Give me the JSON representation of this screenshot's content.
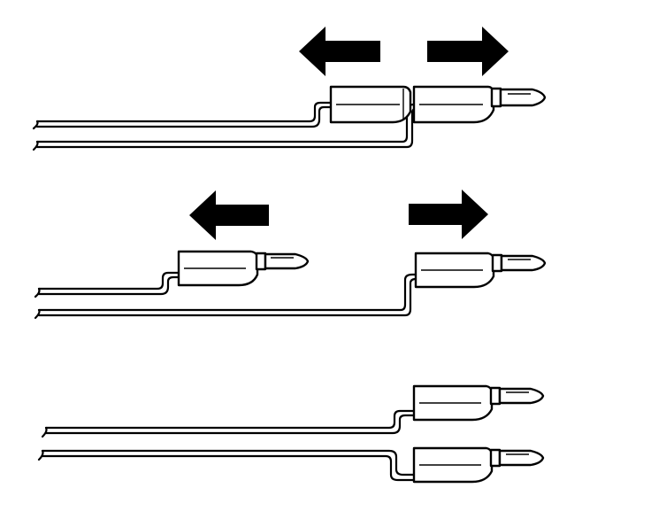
{
  "figure": {
    "description_text": "",
    "colors": {
      "ink": "#000000",
      "background": "#ffffff"
    },
    "panels": [
      {
        "id": "stacked-plugs-pulling-apart",
        "arrows": [
          "left",
          "right"
        ]
      },
      {
        "id": "separated-plugs-moving-apart",
        "arrows": [
          "left",
          "right"
        ]
      },
      {
        "id": "plugs-side-by-side",
        "arrows": []
      }
    ]
  }
}
